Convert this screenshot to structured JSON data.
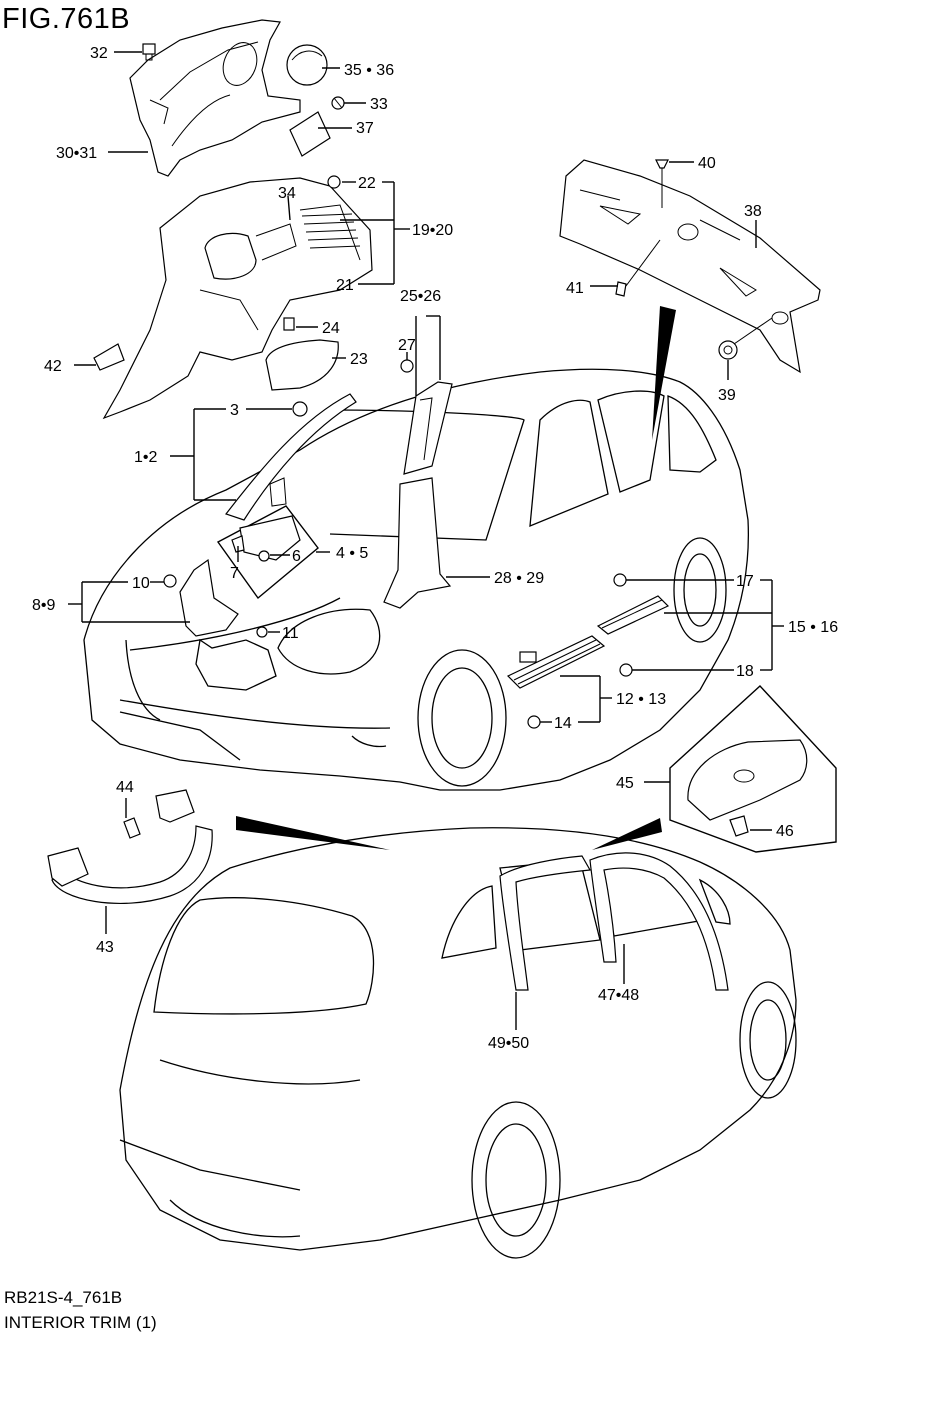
{
  "figure": {
    "title": "FIG.761B"
  },
  "caption": {
    "code": "RB21S-4_761B",
    "name": "INTERIOR TRIM (1)"
  },
  "labels": {
    "l32": "32",
    "l35_36": "35 • 36",
    "l33": "33",
    "l37": "37",
    "l30_31": "30•31",
    "l22": "22",
    "l34": "34",
    "l19_20": "19•20",
    "l21": "21",
    "l24": "24",
    "l23": "23",
    "l42": "42",
    "l25_26": "25•26",
    "l27": "27",
    "l40": "40",
    "l38": "38",
    "l41": "41",
    "l39": "39",
    "l3": "3",
    "l1_2": "1•2",
    "l4_5": "4 • 5",
    "l6": "6",
    "l7": "7",
    "l10": "10",
    "l8_9": "8•9",
    "l11": "11",
    "l28_29": "28 • 29",
    "l17": "17",
    "l15_16": "15 • 16",
    "l18": "18",
    "l12_13": "12 • 13",
    "l14": "14",
    "l45": "45",
    "l46": "46",
    "l44": "44",
    "l43": "43",
    "l47_48": "47•48",
    "l49_50": "49•50"
  }
}
